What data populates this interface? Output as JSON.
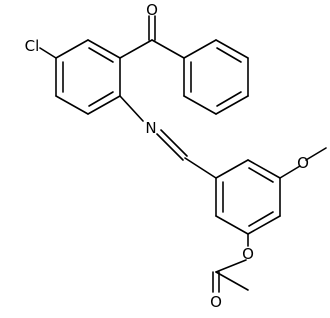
{
  "molecule": {
    "atom_labels": {
      "chlorine": "Cl",
      "ketone_oxygen": "O",
      "imine_nitrogen": "N",
      "methoxy_oxygen": "O",
      "ester_oxygen": "O",
      "carbonyl_oxygen": "O"
    },
    "colors": {
      "bond": "#000000",
      "label": "#000000",
      "background": "#ffffff"
    }
  }
}
